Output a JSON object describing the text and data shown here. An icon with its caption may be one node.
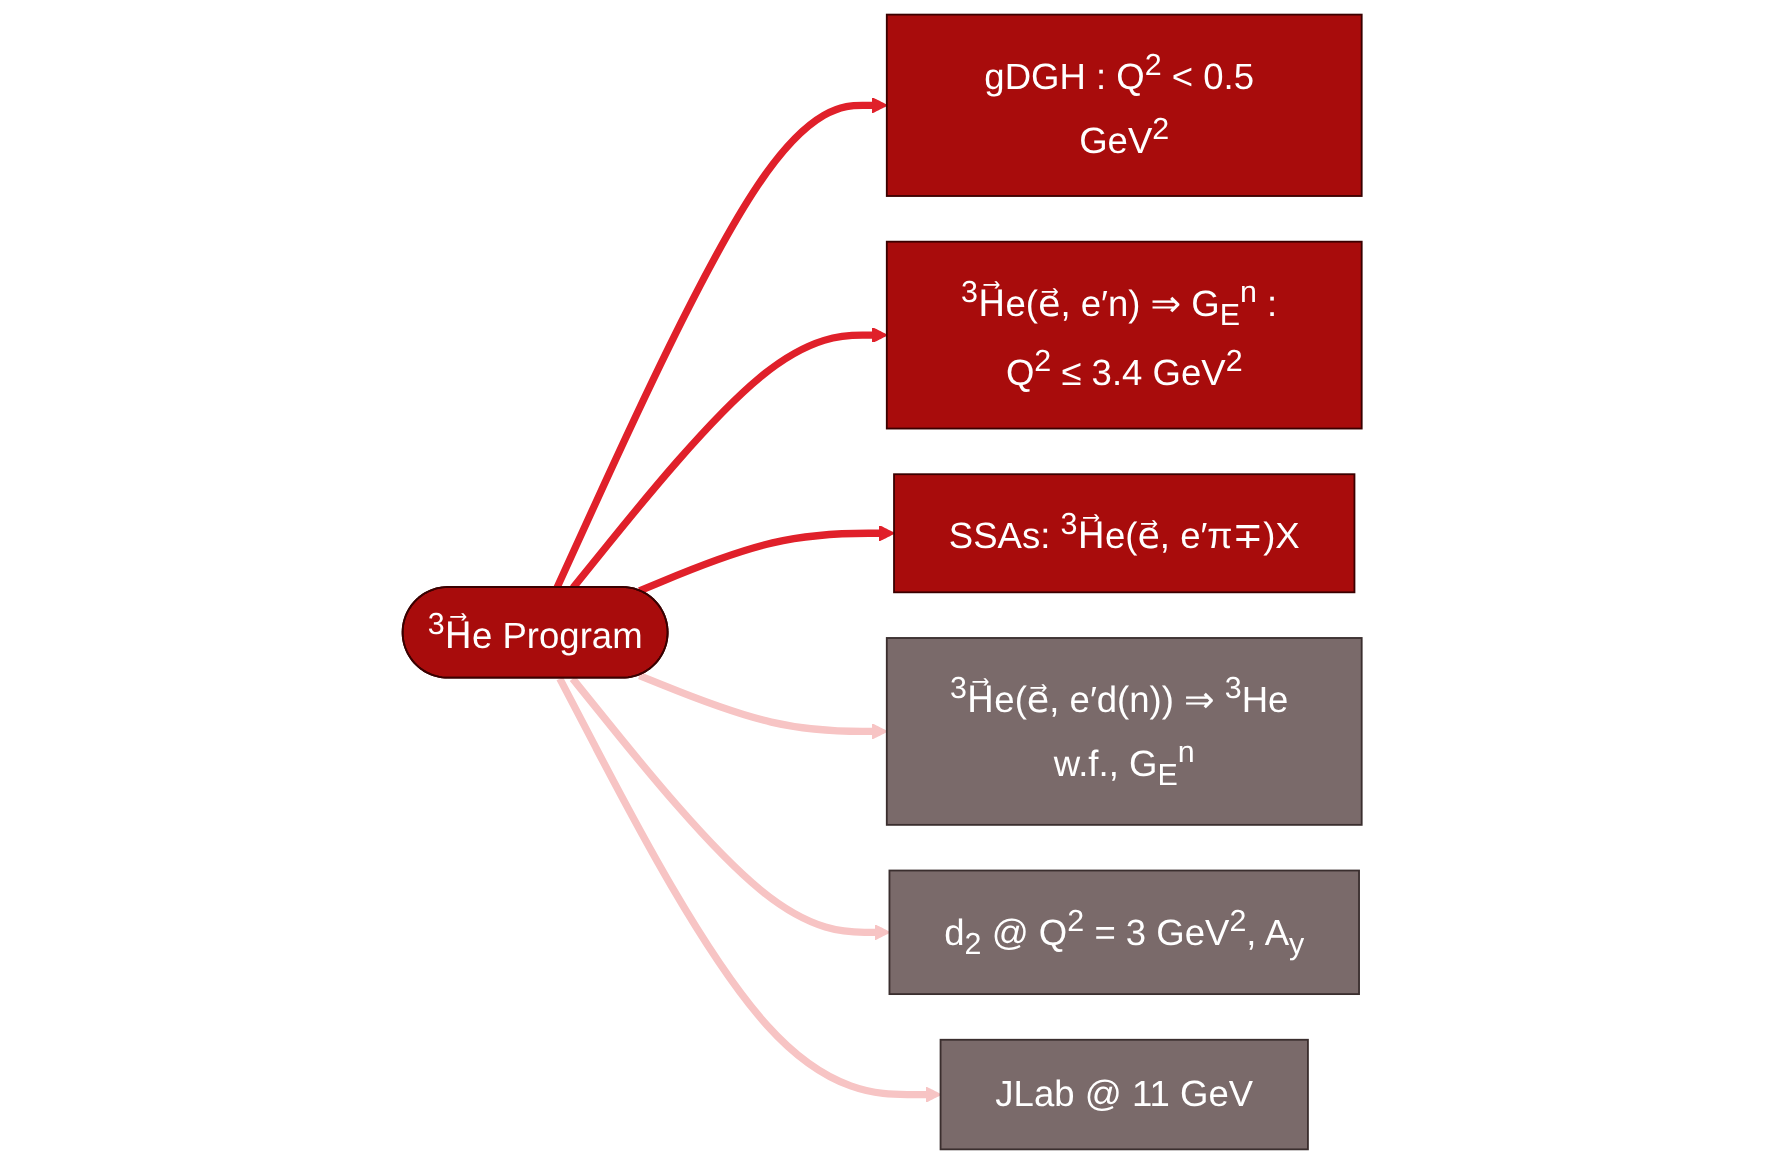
{
  "diagram": {
    "nodes": [
      {
        "text": [
          "$^{3}$H⃗e Program"
        ]
      },
      {
        "text": [
          "gDGH : Q$^{2}$ < 0.5 GeV$^{2}$"
        ]
      },
      {
        "text": [
          "$^{3}$H⃗e(e⃗, e′n) ⇒ G$_{E}$$^{n}$ : Q$^{2}$ ≤ 3.4 GeV$^{2}$"
        ]
      },
      {
        "text": [
          "SSAs: $^{3}$H⃗e(e⃗, e′π∓)X"
        ]
      },
      {
        "text": [
          "$^{3}$H⃗e(e⃗, e′d(n)) ⇒ $^{3}$He w.f., G$_{E}$$^{n}$"
        ]
      },
      {
        "text": [
          "d$_{2}$ @ Q$^{2}$ = 3 GeV$^{2}$, A$_{y}$"
        ]
      },
      {
        "text": [
          "JLab @ 11 GeV"
        ]
      }
    ],
    "edges": [
      {
        "from": 0,
        "to": 1,
        "arrow": "to"
      },
      {
        "from": 0,
        "to": 2,
        "arrow": "to"
      },
      {
        "from": 0,
        "to": 3,
        "arrow": "to"
      },
      {
        "from": 0,
        "to": 4,
        "arrow": "to",
        "color": "#f7c4c4"
      },
      {
        "from": 0,
        "to": 5,
        "arrow": "to",
        "color": "#f7c4c4"
      },
      {
        "from": 0,
        "to": 6,
        "arrow": "to",
        "color": "#f7c4c4"
      }
    ]
  }
}
